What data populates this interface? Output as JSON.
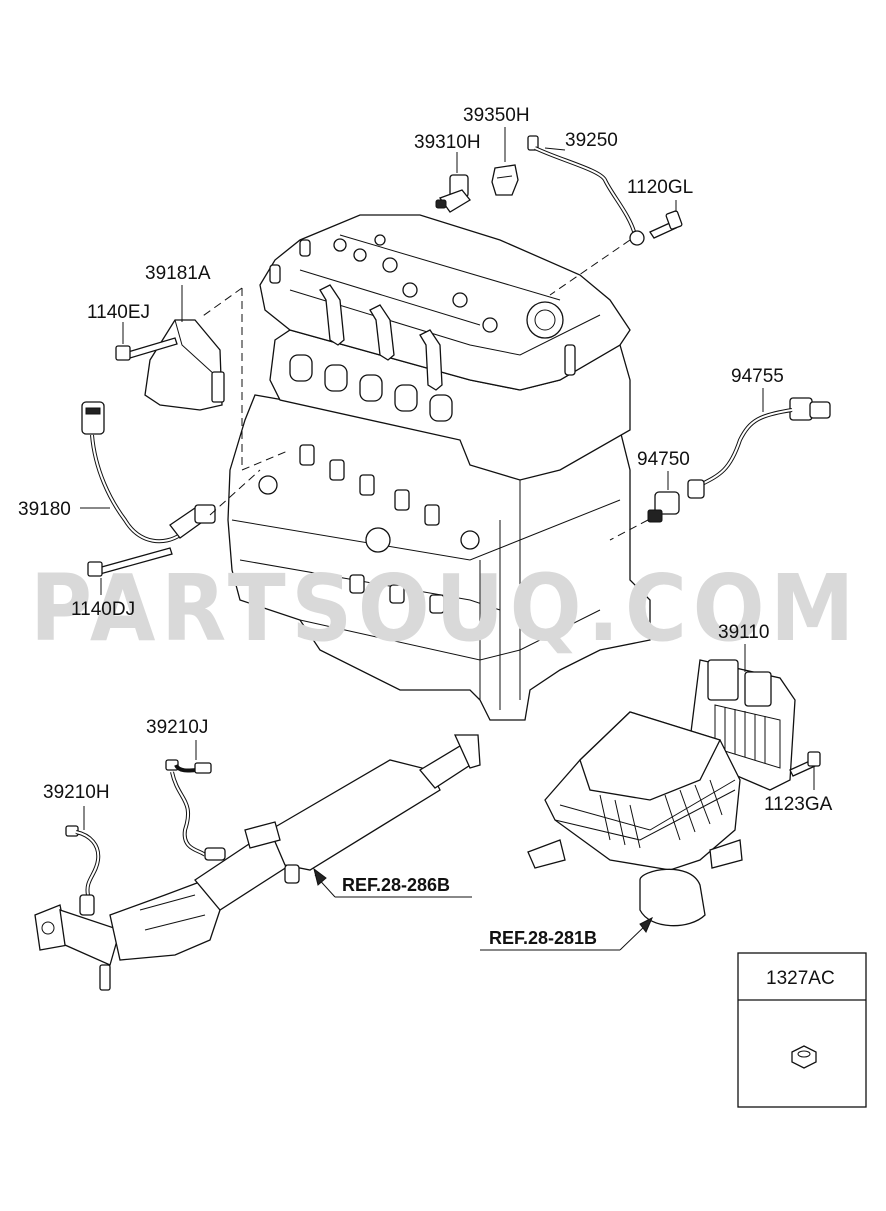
{
  "watermark": "PARTSOUQ.COM",
  "labels": {
    "p39350H": "39350H",
    "p39310H": "39310H",
    "p39250": "39250",
    "p1120GL": "1120GL",
    "p39181A": "39181A",
    "p1140EJ": "1140EJ",
    "p94755": "94755",
    "p94750": "94750",
    "p39180": "39180",
    "p1140DJ": "1140DJ",
    "p39110": "39110",
    "p39210J": "39210J",
    "p39210H": "39210H",
    "p1123GA": "1123GA",
    "ref_muffler": "REF.28-286B",
    "ref_aircleaner": "REF.28-281B"
  },
  "inset": {
    "part_number": "1327AC"
  }
}
